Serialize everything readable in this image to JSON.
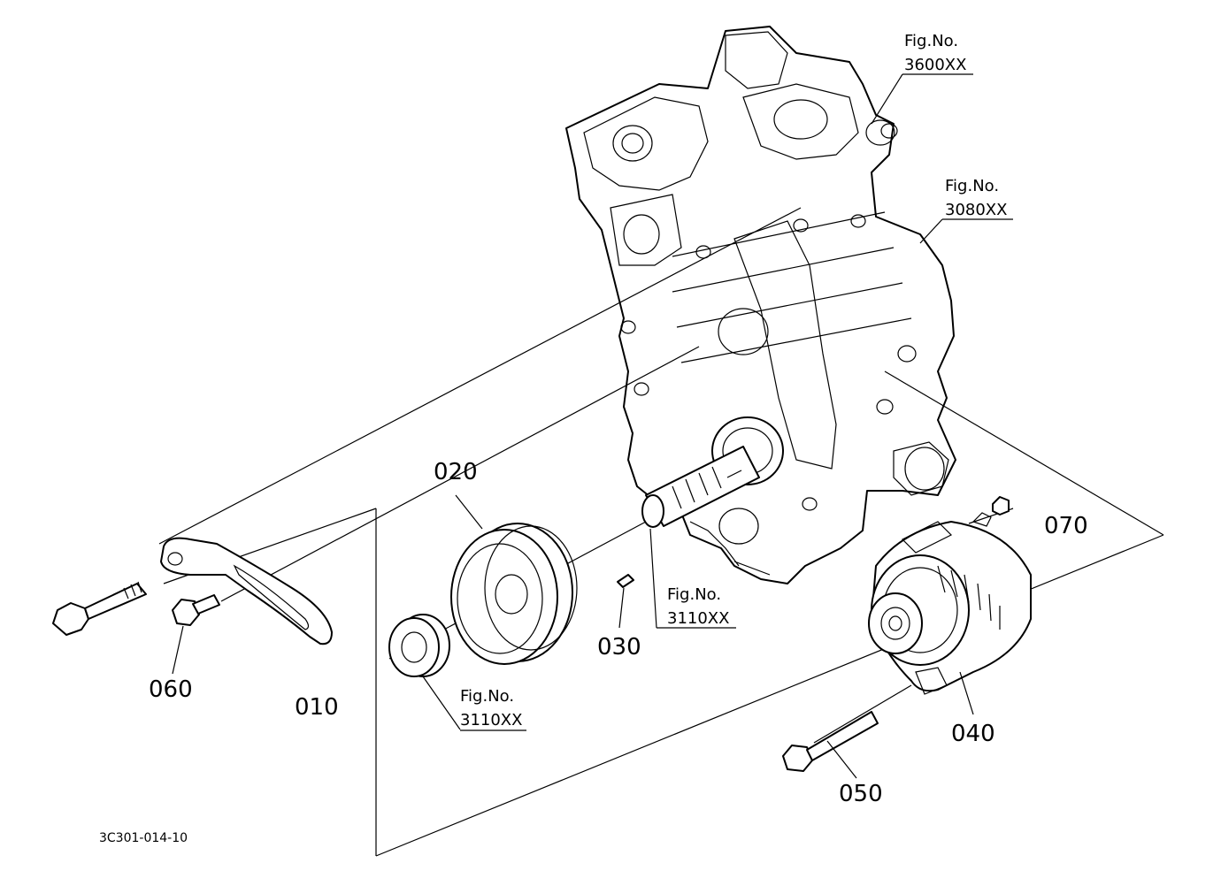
{
  "part_labels": {
    "p010": "010",
    "p020": "020",
    "p030": "030",
    "p040": "040",
    "p050": "050",
    "p060": "060",
    "p070": "070"
  },
  "fig_refs": {
    "fig_3600": {
      "title": "Fig.No.",
      "number": "3600XX"
    },
    "fig_3080": {
      "title": "Fig.No.",
      "number": "3080XX"
    },
    "fig_3110_shaft": {
      "title": "Fig.No.",
      "number": "3110XX"
    },
    "fig_3110_seal": {
      "title": "Fig.No.",
      "number": "3110XX"
    }
  },
  "diagram_code": "3C301-014-10"
}
